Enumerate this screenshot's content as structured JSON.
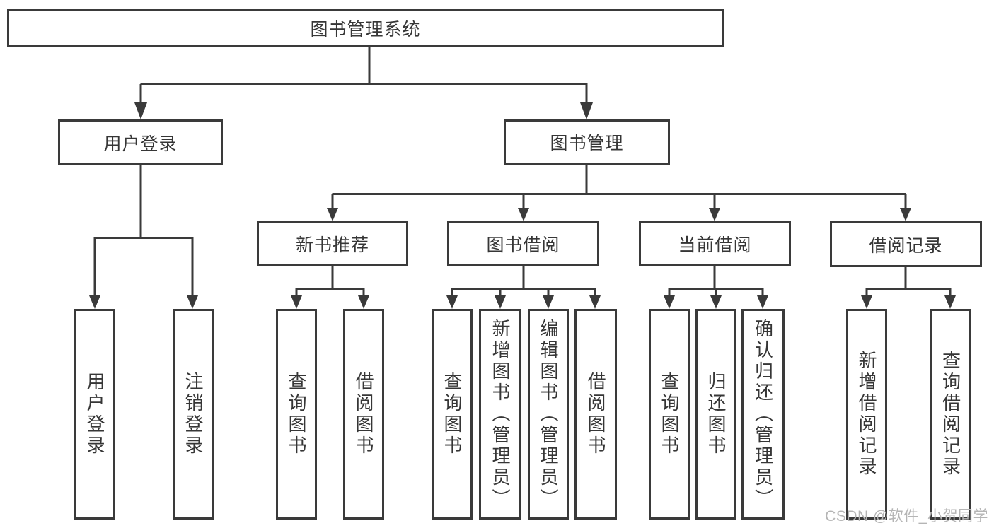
{
  "root": {
    "label": "图书管理系统"
  },
  "level1": {
    "user_login": "用户登录",
    "book_mgmt": "图书管理"
  },
  "level2": {
    "new_book_rec": "新书推荐",
    "book_borrow": "图书借阅",
    "current_borrow": "当前借阅",
    "borrow_record": "借阅记录"
  },
  "leaves": {
    "user_login": [
      "用户登录",
      "注销登录"
    ],
    "new_book_rec": [
      "查询图书",
      "借阅图书"
    ],
    "book_borrow": [
      "查询图书",
      "新增图书（管理员）",
      "编辑图书（管理员）",
      "借阅图书"
    ],
    "current_borrow": [
      "查询图书",
      "归还图书",
      "确认归还（管理员）"
    ],
    "borrow_record": [
      "新增借阅记录",
      "查询借阅记录"
    ]
  },
  "watermark": "CSDN @软件_小贺同学",
  "colors": {
    "line": "#3a3a3a",
    "text": "#363636",
    "background": "#ffffff",
    "watermark": "#b5b5b5"
  }
}
